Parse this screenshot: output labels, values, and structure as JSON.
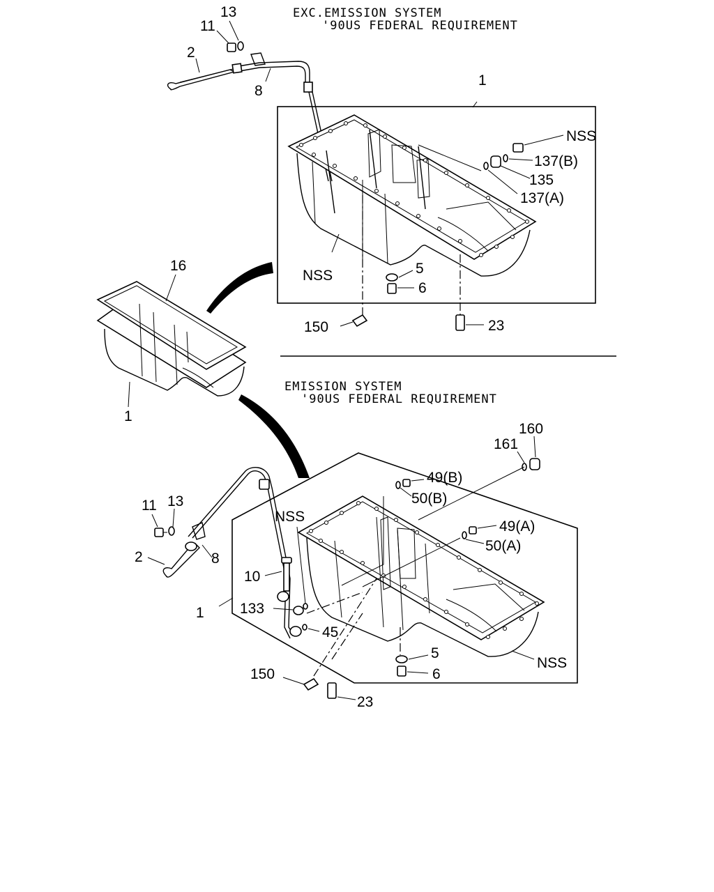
{
  "headers": {
    "top_line1": "EXC.EMISSION SYSTEM",
    "top_line2": "'90US FEDERAL REQUIREMENT",
    "bottom_line1": "EMISSION SYSTEM",
    "bottom_line2": "'90US FEDERAL REQUIREMENT"
  },
  "top_labels": {
    "p13": "13",
    "p11": "11",
    "p2": "2",
    "p8": "8",
    "p1": "1",
    "nss_a": "NSS",
    "p137b": "137(B)",
    "p135": "135",
    "p137a": "137(A)",
    "nss_b": "NSS",
    "p5": "5",
    "p6": "6",
    "p150": "150",
    "p23": "23"
  },
  "middle_labels": {
    "p16": "16",
    "p1": "1"
  },
  "bottom_labels": {
    "p160": "160",
    "p161": "161",
    "p49b": "49(B)",
    "p50b": "50(B)",
    "p49a": "49(A)",
    "p50a": "50(A)",
    "p11": "11",
    "p13": "13",
    "nss_a": "NSS",
    "p2": "2",
    "p8": "8",
    "p10": "10",
    "p1": "1",
    "p133": "133",
    "p45": "45",
    "p5": "5",
    "nss_b": "NSS",
    "p150": "150",
    "p6": "6",
    "p23": "23"
  }
}
